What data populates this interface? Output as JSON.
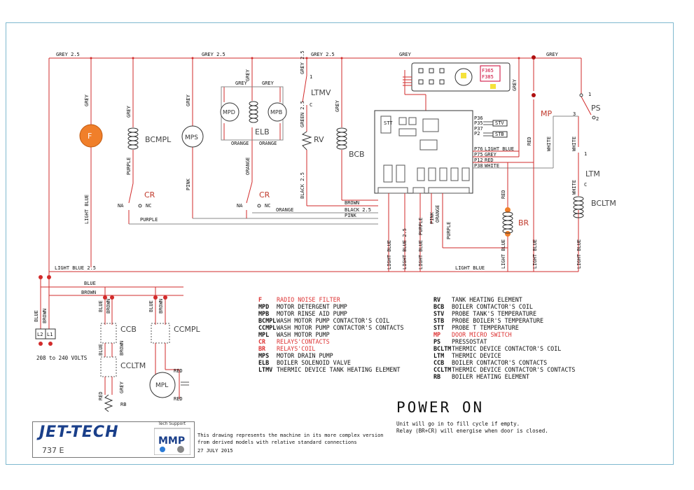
{
  "wires": {
    "grey_25_a": "GREY 2.5",
    "grey_25_b": "GREY 2.5",
    "grey_25_c": "GREY 2.5",
    "grey": "GREY",
    "grey_vert": "GREY",
    "purple": "PURPLE",
    "pink": "PINK",
    "orange": "ORANGE",
    "black_25": "BLACK 2.5",
    "brown": "BROWN",
    "light_blue": "LIGHT BLUE",
    "light_blue_25": "LIGHT BLUE 2.5",
    "blue": "BLUE",
    "red": "RED",
    "white": "WHITE",
    "green_25": "GREEN 2.5"
  },
  "components": {
    "F": "F",
    "BCMPL": "BCMPL",
    "MPS": "MPS",
    "MPD": "MPD",
    "MPB": "MPB",
    "ELB": "ELB",
    "LTMV": "LTMV",
    "RV": "RV",
    "BCB": "BCB",
    "CR1": "CR",
    "CR2": "CR",
    "MP": "MP",
    "PS": "PS",
    "LTM": "LTM",
    "BCLTM": "BCLTM",
    "BR": "BR",
    "CCB": "CCB",
    "CCMPL": "CCMPL",
    "CCLTM": "CCLTM",
    "MPL": "MPL",
    "RB": "RB",
    "L1": "L1",
    "L2": "L2",
    "NA": "NA",
    "NC": "NC",
    "C": "C"
  },
  "display": {
    "f365": "F365",
    "f385": "F385"
  },
  "board_pins": {
    "P36": "P36",
    "P35": "P35",
    "P37": "P37",
    "P2": "P2",
    "STV": "STV",
    "STB": "STB",
    "STT": "STT",
    "P76": "P76",
    "P75": "P75",
    "P12": "P12",
    "P38": "P38"
  },
  "supply": "208 to 240 VOLTS",
  "legend_left": [
    {
      "k": "F",
      "v": "RADIO NOISE FILTER",
      "red": true
    },
    {
      "k": "MPD",
      "v": "MOTOR DETERGENT PUMP",
      "red": false
    },
    {
      "k": "MPB",
      "v": "MOTOR RINSE AID PUMP",
      "red": false
    },
    {
      "k": "BCMPL",
      "v": "WASH MOTOR PUMP CONTACTOR'S COIL",
      "red": false
    },
    {
      "k": "CCMPL",
      "v": "WASH MOTOR PUMP CONTACTOR'S CONTACTS",
      "red": false
    },
    {
      "k": "MPL",
      "v": "WASH MOTOR PUMP",
      "red": false
    },
    {
      "k": "CR",
      "v": "RELAYS'CONTACTS",
      "red": true
    },
    {
      "k": "BR",
      "v": "RELAYS'COIL",
      "red": true
    },
    {
      "k": "MPS",
      "v": "MOTOR DRAIN PUMP",
      "red": false
    },
    {
      "k": "ELB",
      "v": "BOILER SOLENOID VALVE",
      "red": false
    },
    {
      "k": "LTMV",
      "v": "THERMIC DEVICE TANK HEATING ELEMENT",
      "red": false
    }
  ],
  "legend_right": [
    {
      "k": "RV",
      "v": "TANK HEATING ELEMENT",
      "red": false
    },
    {
      "k": "BCB",
      "v": "BOILER CONTACTOR'S COIL",
      "red": false
    },
    {
      "k": "STV",
      "v": "PROBE TANK'S TEMPERATURE",
      "red": false
    },
    {
      "k": "STB",
      "v": "PROBE BOILER'S TEMPERATURE",
      "red": false
    },
    {
      "k": "STT",
      "v": "PROBE T TEMPERATURE",
      "red": false
    },
    {
      "k": "MP",
      "v": "DOOR MICRO SWITCH",
      "red": true
    },
    {
      "k": "PS",
      "v": "PRESSOSTAT",
      "red": false
    },
    {
      "k": "BCLTM",
      "v": "THERMIC DEVICE CONTACTOR'S COIL",
      "red": false
    },
    {
      "k": "LTM",
      "v": "THERMIC DEVICE",
      "red": false
    },
    {
      "k": "CCB",
      "v": "BOILER CONTACTOR'S CONTACTS",
      "red": false
    },
    {
      "k": "CCLTM",
      "v": "THERMIC DEVICE CONTACTOR'S CONTACTS",
      "red": false
    },
    {
      "k": "RB",
      "v": "BOILER HEATING ELEMENT",
      "red": false
    }
  ],
  "power": {
    "title": "POWER ON",
    "line1": "Unit will go in to fill cycle if empty.",
    "line2": "Relay (BR+CR) will energise when door is closed."
  },
  "titleblock": {
    "logo": "JET-TECH",
    "model": "737 E",
    "support": "Tech Support",
    "mmp": "MMP",
    "note1": "This drawing represents the machine in its more complex version",
    "note2": "from derived models with relative standard connections",
    "date": "27 JULY 2015"
  },
  "colors": {
    "wire_red": "#d22b2b",
    "wire_grey": "#7a7a7a",
    "fuse_orange": "#f07f2a"
  }
}
